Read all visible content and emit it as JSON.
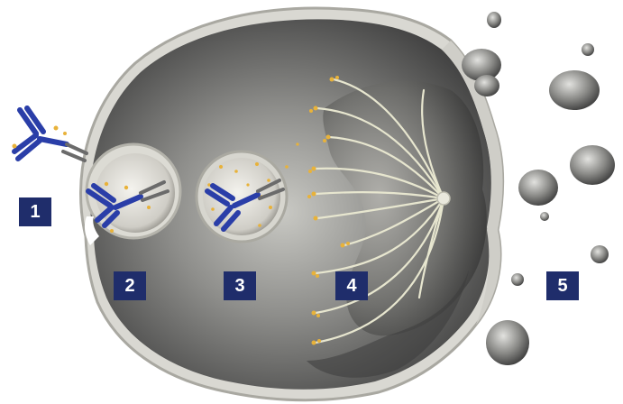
{
  "steps": [
    {
      "label": "1"
    },
    {
      "label": "2"
    },
    {
      "label": "3"
    },
    {
      "label": "4"
    },
    {
      "label": "5"
    }
  ],
  "colors": {
    "badge_background": "#1f2d6b",
    "badge_text": "#ffffff",
    "antibody": "#2a3ea8",
    "payload": "#e8b23a",
    "microtubule": "#e7e6cf",
    "cell_membrane": "#8d8b84",
    "cell_interior": "#545454",
    "apoptotic_body": "#7f7f7f"
  }
}
